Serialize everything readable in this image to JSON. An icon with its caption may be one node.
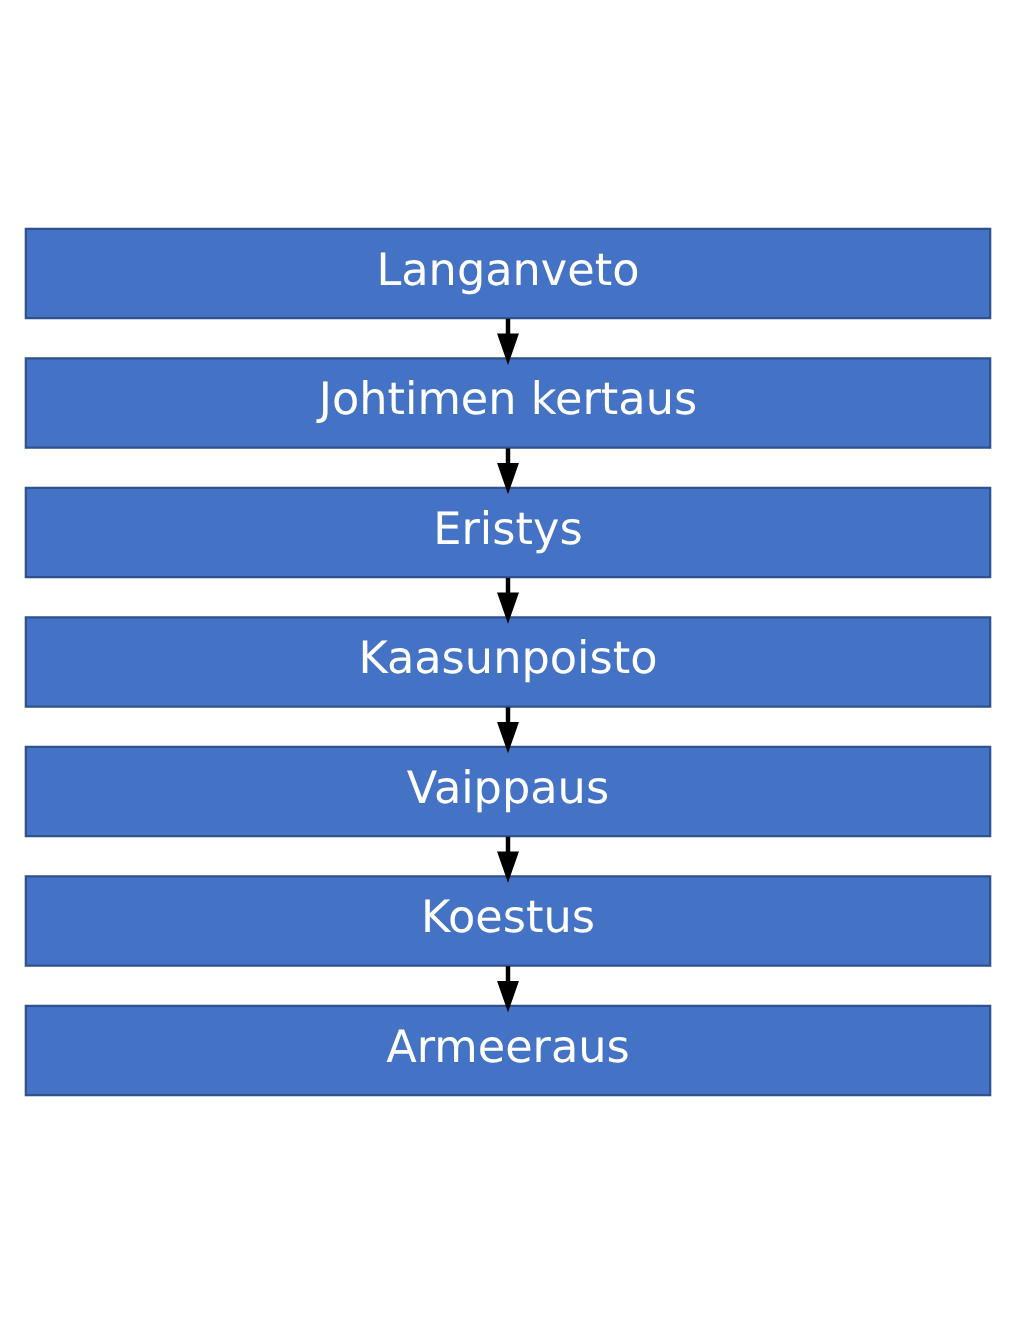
{
  "diagram": {
    "nodes": [
      {
        "text": [
          "Langanveto"
        ]
      },
      {
        "text": [
          "Johtimen kertaus"
        ]
      },
      {
        "text": [
          "Eristys"
        ]
      },
      {
        "text": [
          "Kaasunpoisto"
        ]
      },
      {
        "text": [
          "Vaippaus"
        ]
      },
      {
        "text": [
          "Koestus"
        ]
      },
      {
        "text": [
          "Armeeraus"
        ]
      }
    ],
    "edges": [
      {
        "from": 0,
        "to": 1,
        "arrow": "to"
      },
      {
        "from": 1,
        "to": 2,
        "arrow": "to"
      },
      {
        "from": 2,
        "to": 3,
        "arrow": "to"
      },
      {
        "from": 3,
        "to": 4,
        "arrow": "to"
      },
      {
        "from": 4,
        "to": 5,
        "arrow": "to"
      },
      {
        "from": 5,
        "to": 6,
        "arrow": "to"
      }
    ]
  }
}
